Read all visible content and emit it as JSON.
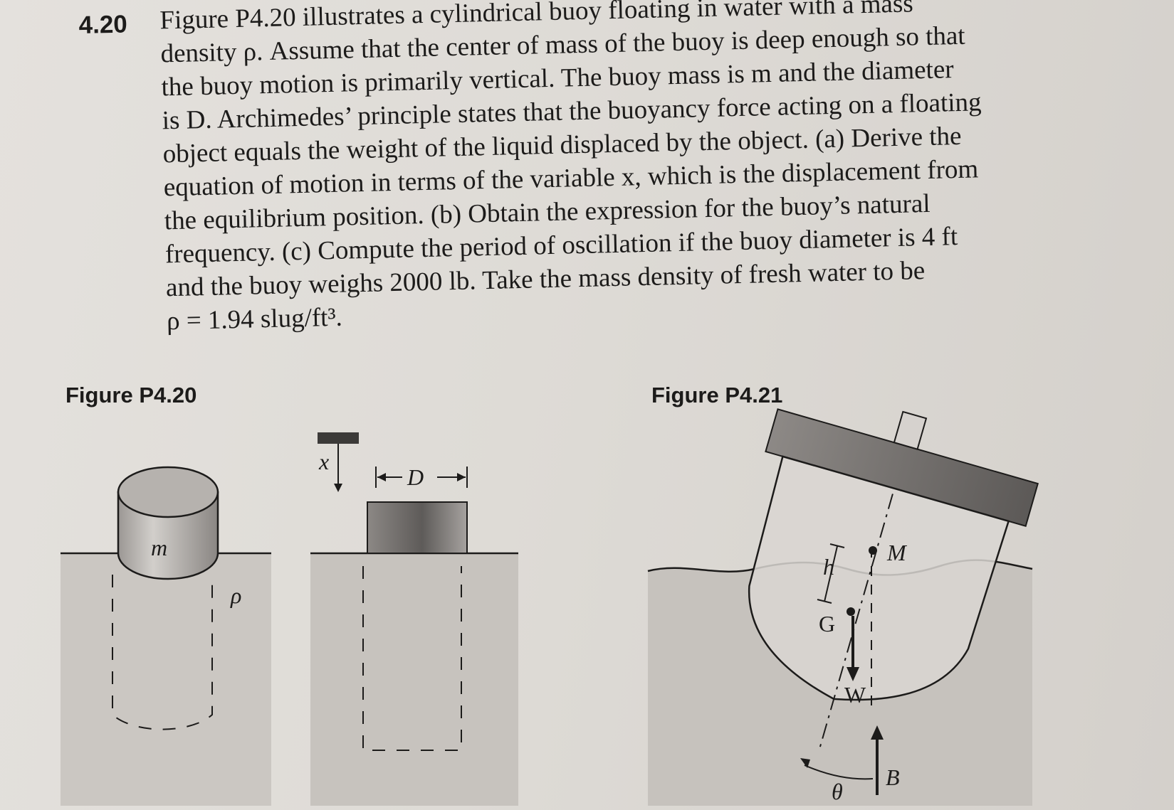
{
  "problem": {
    "number": "4.20",
    "lines": [
      "Figure P4.20 illustrates a cylindrical buoy floating in water with a mass",
      "density ρ. Assume that the center of mass of the buoy is deep enough so that",
      "the buoy motion is primarily vertical. The buoy mass is m and the diameter",
      "is D. Archimedes’ principle states that the buoyancy force acting on a floating",
      "object equals the weight of the liquid displaced by the object. (a) Derive the",
      "equation of motion in terms of the variable x, which is the displacement from",
      "the equilibrium position. (b) Obtain the expression for the buoy’s natural",
      "frequency. (c) Compute the period of oscillation if the buoy diameter is 4 ft",
      "and the buoy weighs 2000 lb. Take the mass density of fresh water to be",
      "ρ = 1.94 slug/ft³."
    ]
  },
  "figure_p4_20": {
    "caption": "Figure P4.20",
    "mass_label": "m",
    "density_label": "ρ",
    "displacement_label": "x",
    "diameter_label": "D"
  },
  "figure_p4_21": {
    "caption": "Figure P4.21",
    "metacenter_label": "M",
    "height_label": "h",
    "gravity_center_label": "G",
    "weight_label": "W",
    "buoyancy_label": "B",
    "angle_label": "θ"
  },
  "colors": {
    "paper": "#dedbd6",
    "water": "#c9c5c0",
    "ink": "#1c1b1a",
    "shade_dark": "#6a6764"
  }
}
